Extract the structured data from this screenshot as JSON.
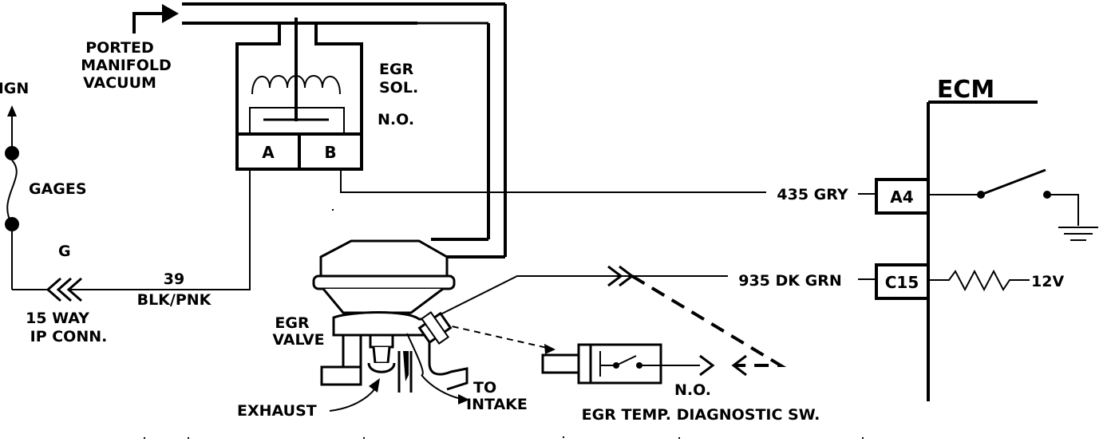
{
  "labels": {
    "ported": "PORTED",
    "manifold": "MANIFOLD",
    "vacuum": "VACUUM",
    "ign": "IGN",
    "gages": "GAGES",
    "g": "G",
    "ip_conn_1": "15 WAY",
    "ip_conn_2": "IP CONN.",
    "circuit_39_num": "39",
    "circuit_39_color": "BLK/PNK",
    "egr_sol_1": "EGR",
    "egr_sol_2": "SOL.",
    "egr_sol_no": "N.O.",
    "pin_a": "A",
    "pin_b": "B",
    "circuit_435": "435 GRY",
    "circuit_935": "935 DK GRN",
    "ecm": "ECM",
    "ecm_pin_a4": "A4",
    "ecm_pin_c15": "C15",
    "voltage": "12V",
    "egr_valve_1": "EGR",
    "egr_valve_2": "VALVE",
    "exhaust": "EXHAUST",
    "to_intake_1": "TO",
    "to_intake_2": "INTAKE",
    "switch_no": "N.O.",
    "switch_name": "EGR TEMP. DIAGNOSTIC SW."
  }
}
